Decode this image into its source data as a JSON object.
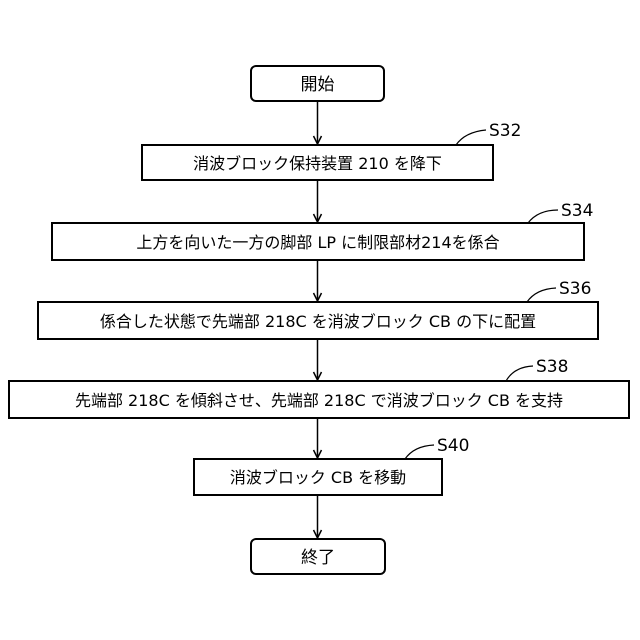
{
  "flowchart": {
    "start": "開始",
    "end": "終了",
    "steps": [
      {
        "id": "S32",
        "text": "消波ブロック保持装置 210 を降下"
      },
      {
        "id": "S34",
        "text": "上方を向いた一方の脚部 LP に制限部材214を係合"
      },
      {
        "id": "S36",
        "text": "係合した状態で先端部 218C を消波ブロック CB の下に配置"
      },
      {
        "id": "S38",
        "text": "先端部 218C を傾斜させ、先端部 218C で消波ブロック CB を支持"
      },
      {
        "id": "S40",
        "text": "消波ブロック CB を移動"
      }
    ]
  }
}
